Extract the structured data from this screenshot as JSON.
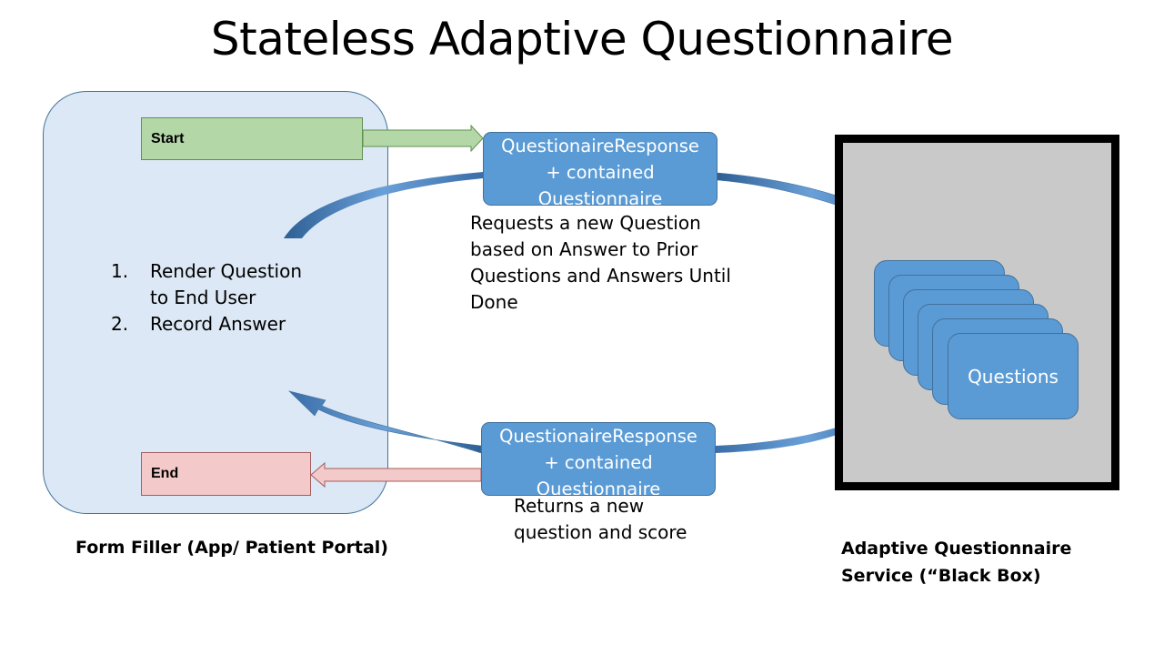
{
  "title": "Stateless Adaptive Questionnaire",
  "form_filler": {
    "start_label": "Start",
    "end_label": "End",
    "steps": [
      {
        "number": "1.",
        "lines": [
          "Render Question",
          "to End User"
        ]
      },
      {
        "number": "2.",
        "lines": [
          "Record Answer"
        ]
      }
    ],
    "caption": "Form Filler (App/ Patient Portal)"
  },
  "request": {
    "box_lines": [
      "QuestionaireResponse",
      "+ contained",
      "Questionnaire"
    ],
    "caption_lines": [
      "Requests a new Question",
      "based on Answer to Prior",
      "Questions and Answers Until",
      "Done"
    ]
  },
  "response": {
    "box_lines": [
      "QuestionaireResponse",
      "+ contained",
      "Questionnaire"
    ],
    "caption_lines": [
      "Returns a new",
      "question and score"
    ]
  },
  "service": {
    "questions_label": "Questions",
    "caption_lines": [
      "Adaptive Questionnaire",
      "Service (“Black Box)"
    ]
  },
  "colors": {
    "panel_fill": "#dce8f5",
    "box_blue": "#5b9bd5",
    "start_green": "#b4d7a8",
    "end_pink": "#f4c9c9",
    "service_gray": "#c9c9c9",
    "arrow_blue": "#4f81bd"
  }
}
